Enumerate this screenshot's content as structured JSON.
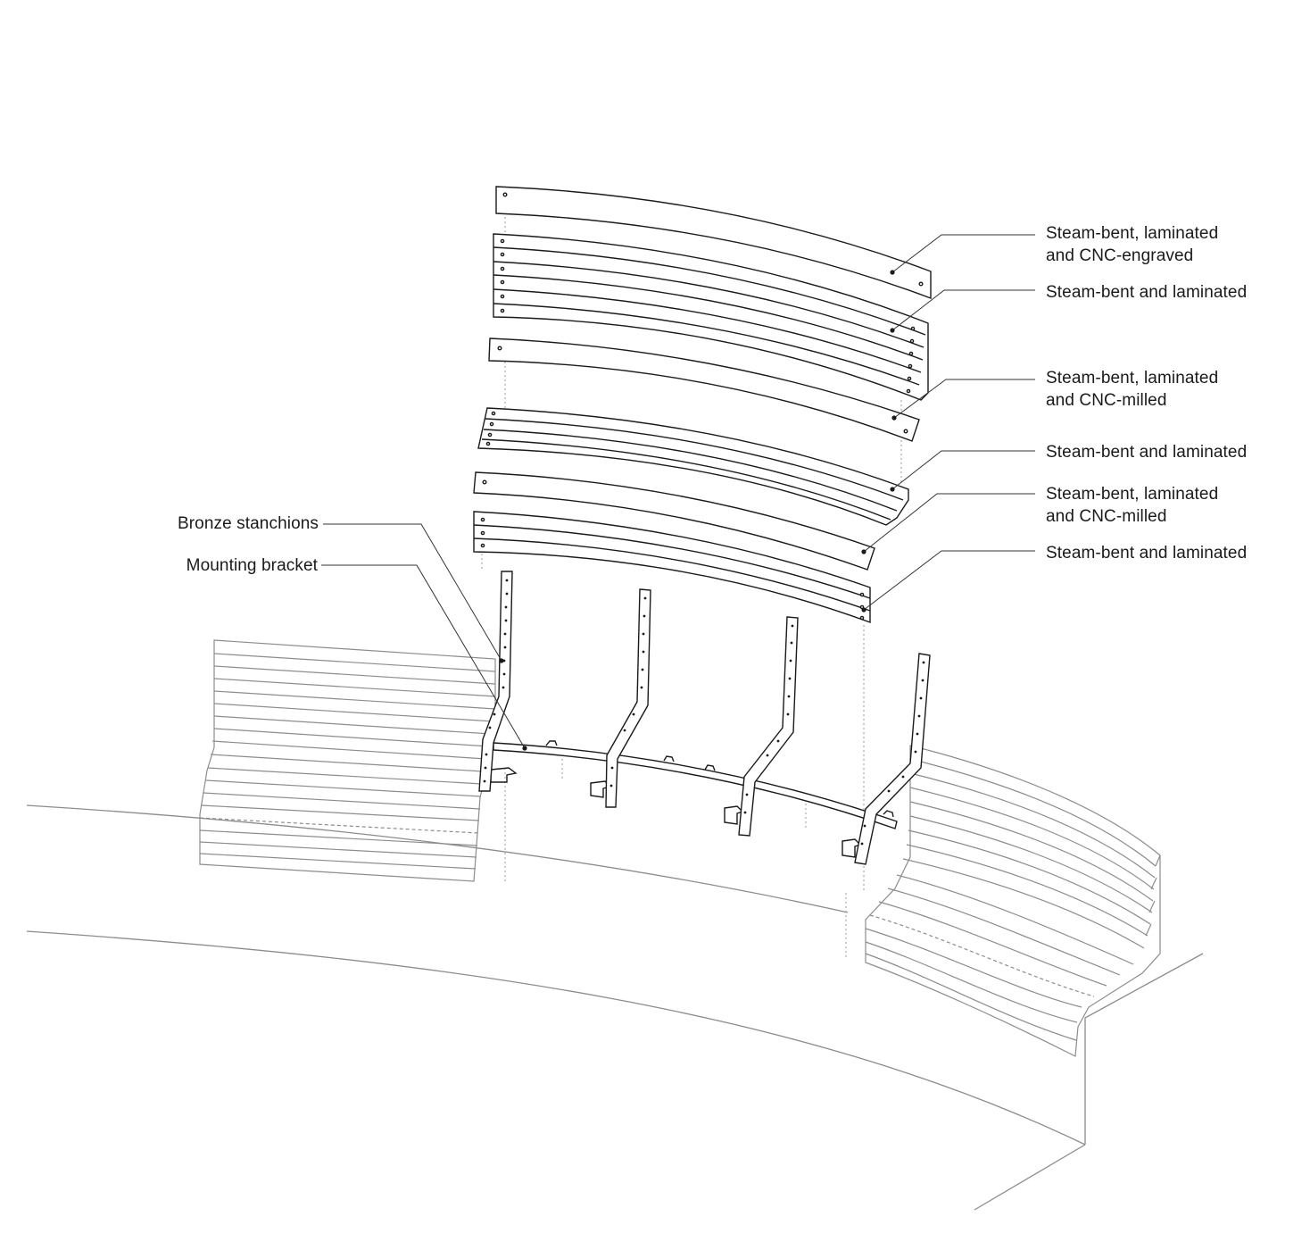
{
  "callouts_right": [
    {
      "id": "slat-1",
      "lines": [
        "Steam-bent, laminated",
        "and CNC-engraved"
      ]
    },
    {
      "id": "slat-2",
      "lines": [
        "Steam-bent and laminated"
      ]
    },
    {
      "id": "slat-3",
      "lines": [
        "Steam-bent, laminated",
        "and CNC-milled"
      ]
    },
    {
      "id": "slat-4",
      "lines": [
        "Steam-bent and laminated"
      ]
    },
    {
      "id": "slat-5",
      "lines": [
        "Steam-bent, laminated",
        "and CNC-milled"
      ]
    },
    {
      "id": "slat-6",
      "lines": [
        "Steam-bent and laminated"
      ]
    }
  ],
  "callouts_left": [
    {
      "id": "stanchions",
      "text": "Bronze stanchions"
    },
    {
      "id": "bracket",
      "text": "Mounting bracket"
    }
  ],
  "colors": {
    "ink": "#1a1a1a",
    "context": "#8c8c8c",
    "leader": "#333333"
  }
}
